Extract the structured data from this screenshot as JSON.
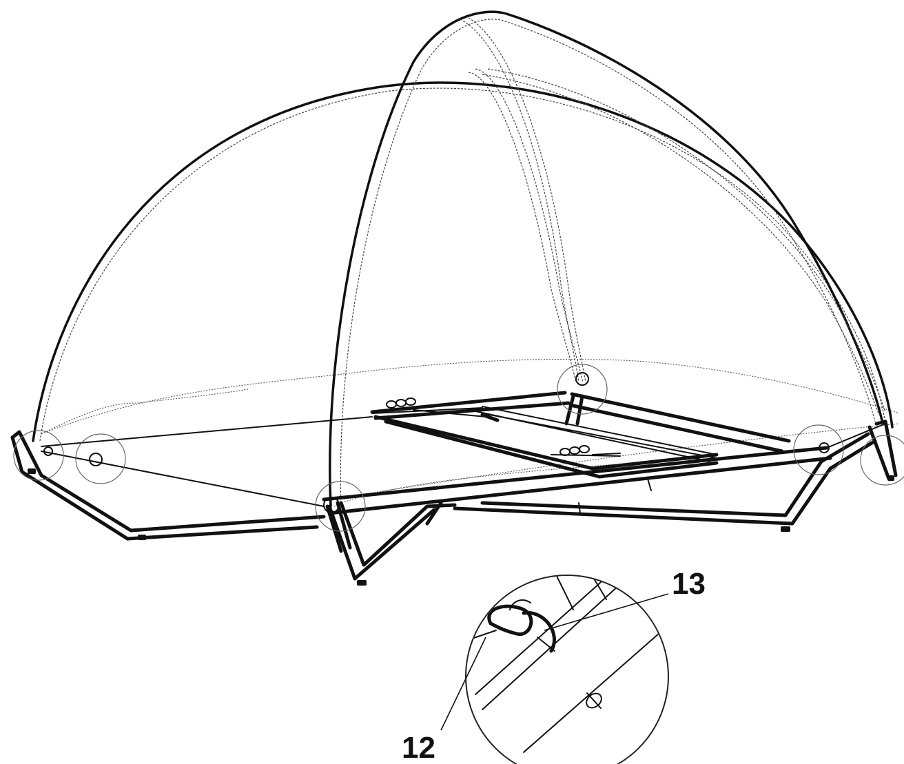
{
  "figure": {
    "callouts": [
      {
        "id": "callout-12",
        "text": "12"
      },
      {
        "id": "callout-13",
        "text": "13"
      }
    ]
  }
}
